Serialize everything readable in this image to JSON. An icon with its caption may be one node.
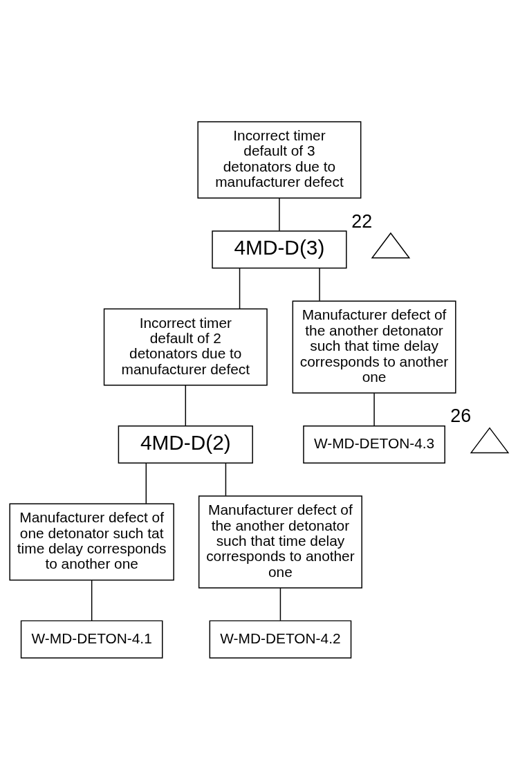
{
  "diagram": {
    "nodes": [
      {
        "text": [
          "Incorrect timer default of 3 detonators due to manufacturer defect"
        ]
      },
      {
        "text": [
          "4MD-D(3)"
        ]
      },
      {
        "text": [],
        "shape": "triangle",
        "beside": [
          "22"
        ]
      },
      {
        "text": [
          "Incorrect timer default of 2 detonators due to manufacturer defect"
        ]
      },
      {
        "text": [
          "Manufacturer defect of the another detonator such that time delay corresponds to another one"
        ]
      },
      {
        "text": [
          "4MD-D(2)"
        ]
      },
      {
        "text": [],
        "shape": "triangle",
        "beside": [
          "26"
        ]
      },
      {
        "text": [
          "W-MD-DETON-4.3"
        ]
      },
      {
        "text": [
          "Manufacturer defect of one detonator such tat time delay corresponds to another one"
        ]
      },
      {
        "text": [
          "Manufacturer defect of the another detonator such that time delay corresponds to another one"
        ]
      },
      {
        "text": [
          "W-MD-DETON-4.1"
        ]
      },
      {
        "text": [
          "W-MD-DETON-4.2"
        ]
      }
    ],
    "edges": [
      {
        "from": 0,
        "to": 1,
        "arrow": "none"
      },
      {
        "from": 1,
        "to": 3,
        "arrow": "none"
      },
      {
        "from": 1,
        "to": 4,
        "arrow": "none"
      },
      {
        "from": 3,
        "to": 5,
        "arrow": "none"
      },
      {
        "from": 4,
        "to": 7,
        "arrow": "none"
      },
      {
        "from": 5,
        "to": 8,
        "arrow": "none"
      },
      {
        "from": 5,
        "to": 9,
        "arrow": "none"
      },
      {
        "from": 8,
        "to": 10,
        "arrow": "none"
      },
      {
        "from": 9,
        "to": 11,
        "arrow": "none"
      }
    ]
  }
}
